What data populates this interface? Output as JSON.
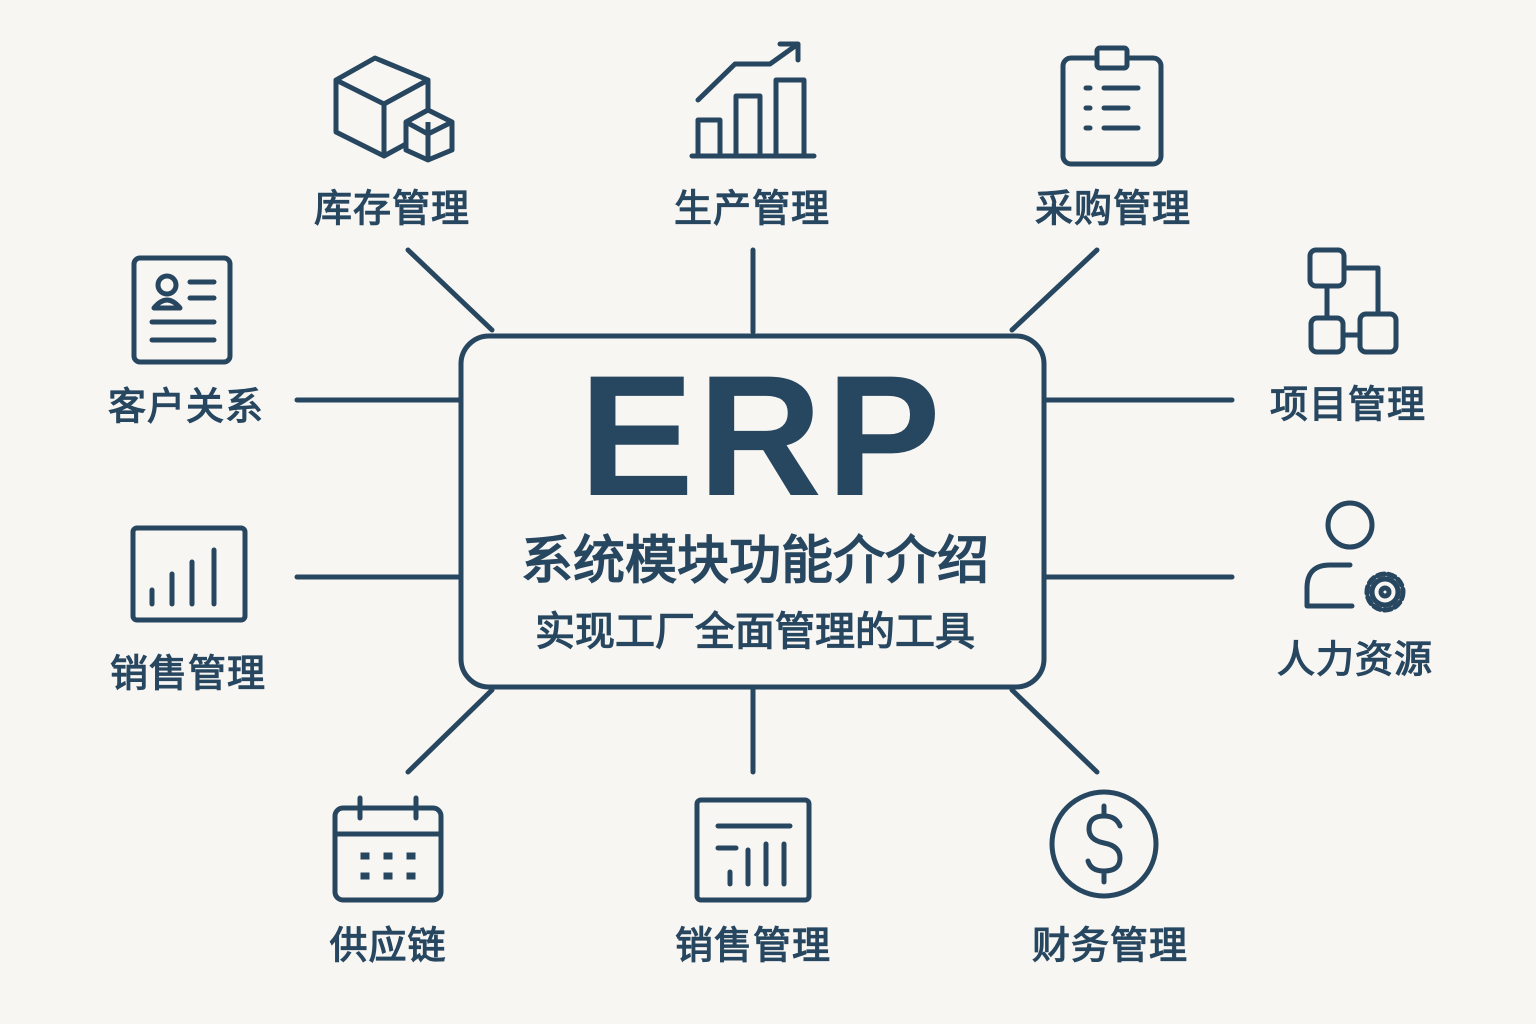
{
  "center": {
    "title": "ERP",
    "subtitle": "系统模块功能介介绍",
    "tagline": "实现工厂全面管理的工具"
  },
  "modules": [
    {
      "label": "库存管理",
      "icon": "boxes-icon"
    },
    {
      "label": "生产管理",
      "icon": "bar-chart-up-icon"
    },
    {
      "label": "采购管理",
      "icon": "clipboard-icon"
    },
    {
      "label": "客户关系",
      "icon": "contact-card-icon"
    },
    {
      "label": "项目管理",
      "icon": "flowchart-icon"
    },
    {
      "label": "销售管理",
      "icon": "bar-chart-icon"
    },
    {
      "label": "人力资源",
      "icon": "user-gear-icon"
    },
    {
      "label": "供应链",
      "icon": "calendar-icon"
    },
    {
      "label": "销售管理",
      "icon": "chart-panel-icon"
    },
    {
      "label": "财务管理",
      "icon": "dollar-icon"
    }
  ],
  "colors": {
    "primary": "#27465f",
    "background": "#f8f6f3"
  }
}
